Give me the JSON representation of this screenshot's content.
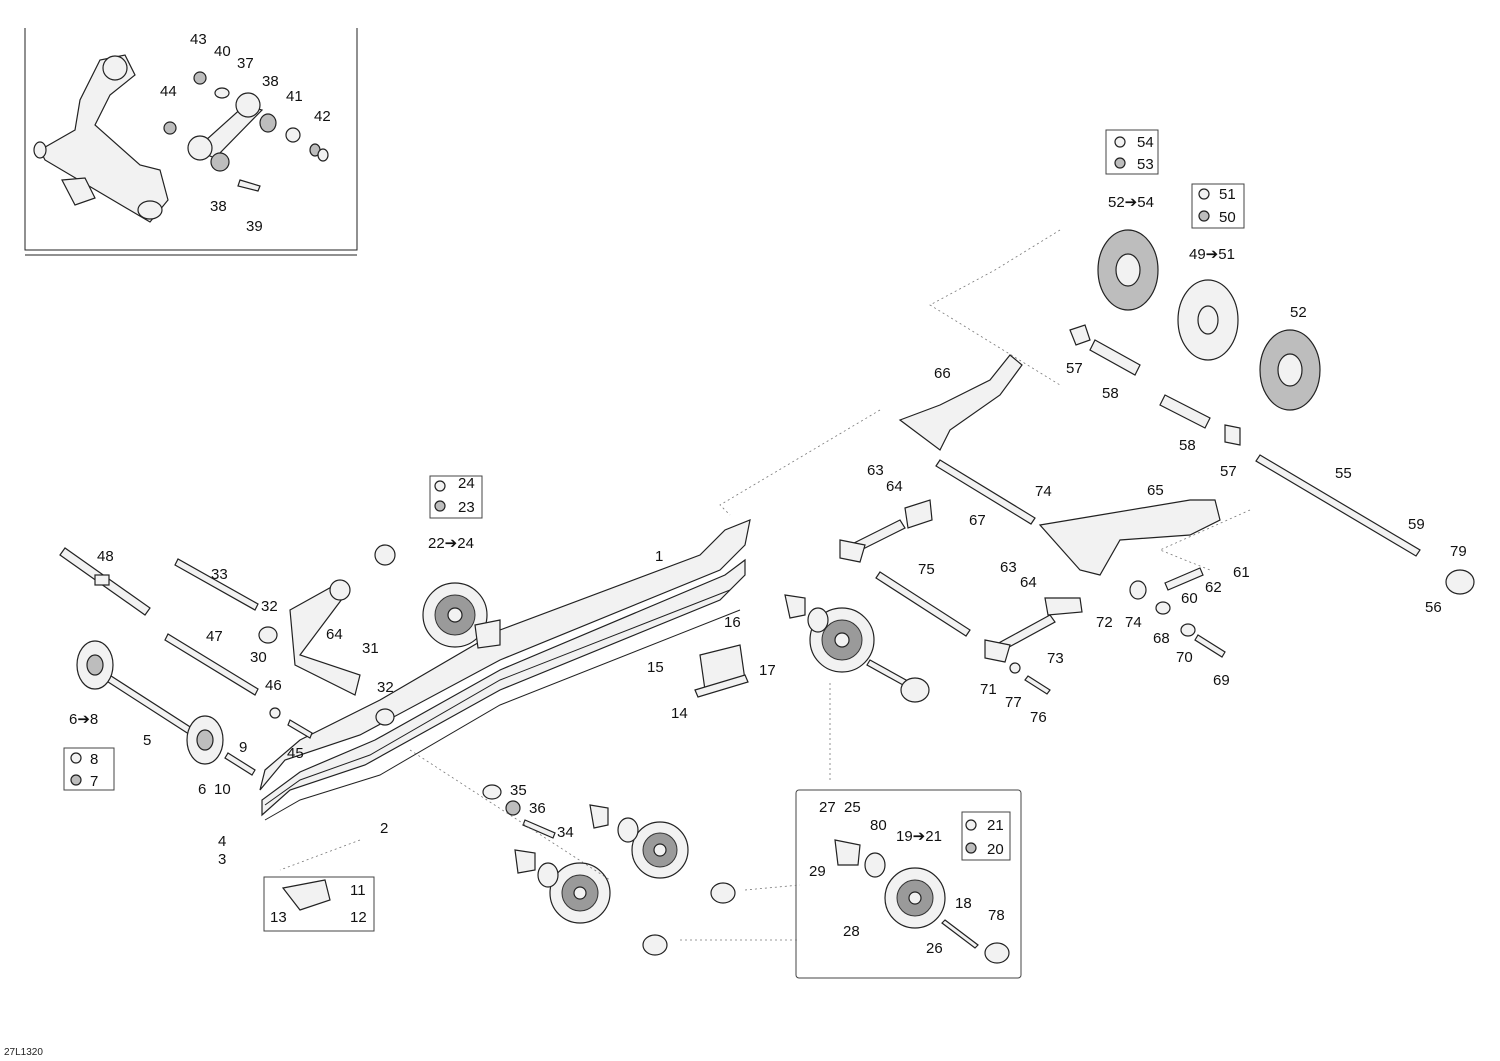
{
  "diagram": {
    "code": "27L1320",
    "callouts": {
      "c1": "1",
      "c2": "2",
      "c3": "3",
      "c4": "4",
      "c5": "5",
      "c6": "6",
      "c6to8": "6➔8",
      "c7": "7",
      "c8": "8",
      "c9": "9",
      "c10": "10",
      "c11": "11",
      "c12": "12",
      "c13": "13",
      "c14": "14",
      "c15": "15",
      "c16": "16",
      "c17": "17",
      "c18": "18",
      "c19to21": "19➔21",
      "c20": "20",
      "c21": "21",
      "c22to24": "22➔24",
      "c23": "23",
      "c24": "24",
      "c25": "25",
      "c26": "26",
      "c27": "27",
      "c28": "28",
      "c29": "29",
      "c30": "30",
      "c31": "31",
      "c32a": "32",
      "c32b": "32",
      "c33": "33",
      "c34": "34",
      "c35": "35",
      "c36": "36",
      "c37": "37",
      "c38a": "38",
      "c38b": "38",
      "c39": "39",
      "c40": "40",
      "c41": "41",
      "c42": "42",
      "c43": "43",
      "c44": "44",
      "c45": "45",
      "c46": "46",
      "c47": "47",
      "c48": "48",
      "c49to51": "49➔51",
      "c50": "50",
      "c51": "51",
      "c52": "52",
      "c52to54": "52➔54",
      "c53": "53",
      "c54": "54",
      "c55": "55",
      "c56": "56",
      "c57a": "57",
      "c57b": "57",
      "c58a": "58",
      "c58b": "58",
      "c59": "59",
      "c60": "60",
      "c61": "61",
      "c62": "62",
      "c63a": "63",
      "c63b": "63",
      "c64a": "64",
      "c64b": "64",
      "c64c": "64",
      "c65": "65",
      "c66": "66",
      "c67": "67",
      "c68": "68",
      "c69": "69",
      "c70": "70",
      "c71": "71",
      "c72": "72",
      "c73": "73",
      "c74a": "74",
      "c74b": "74",
      "c75": "75",
      "c76": "76",
      "c77": "77",
      "c78": "78",
      "c79": "79",
      "c80": "80"
    }
  }
}
